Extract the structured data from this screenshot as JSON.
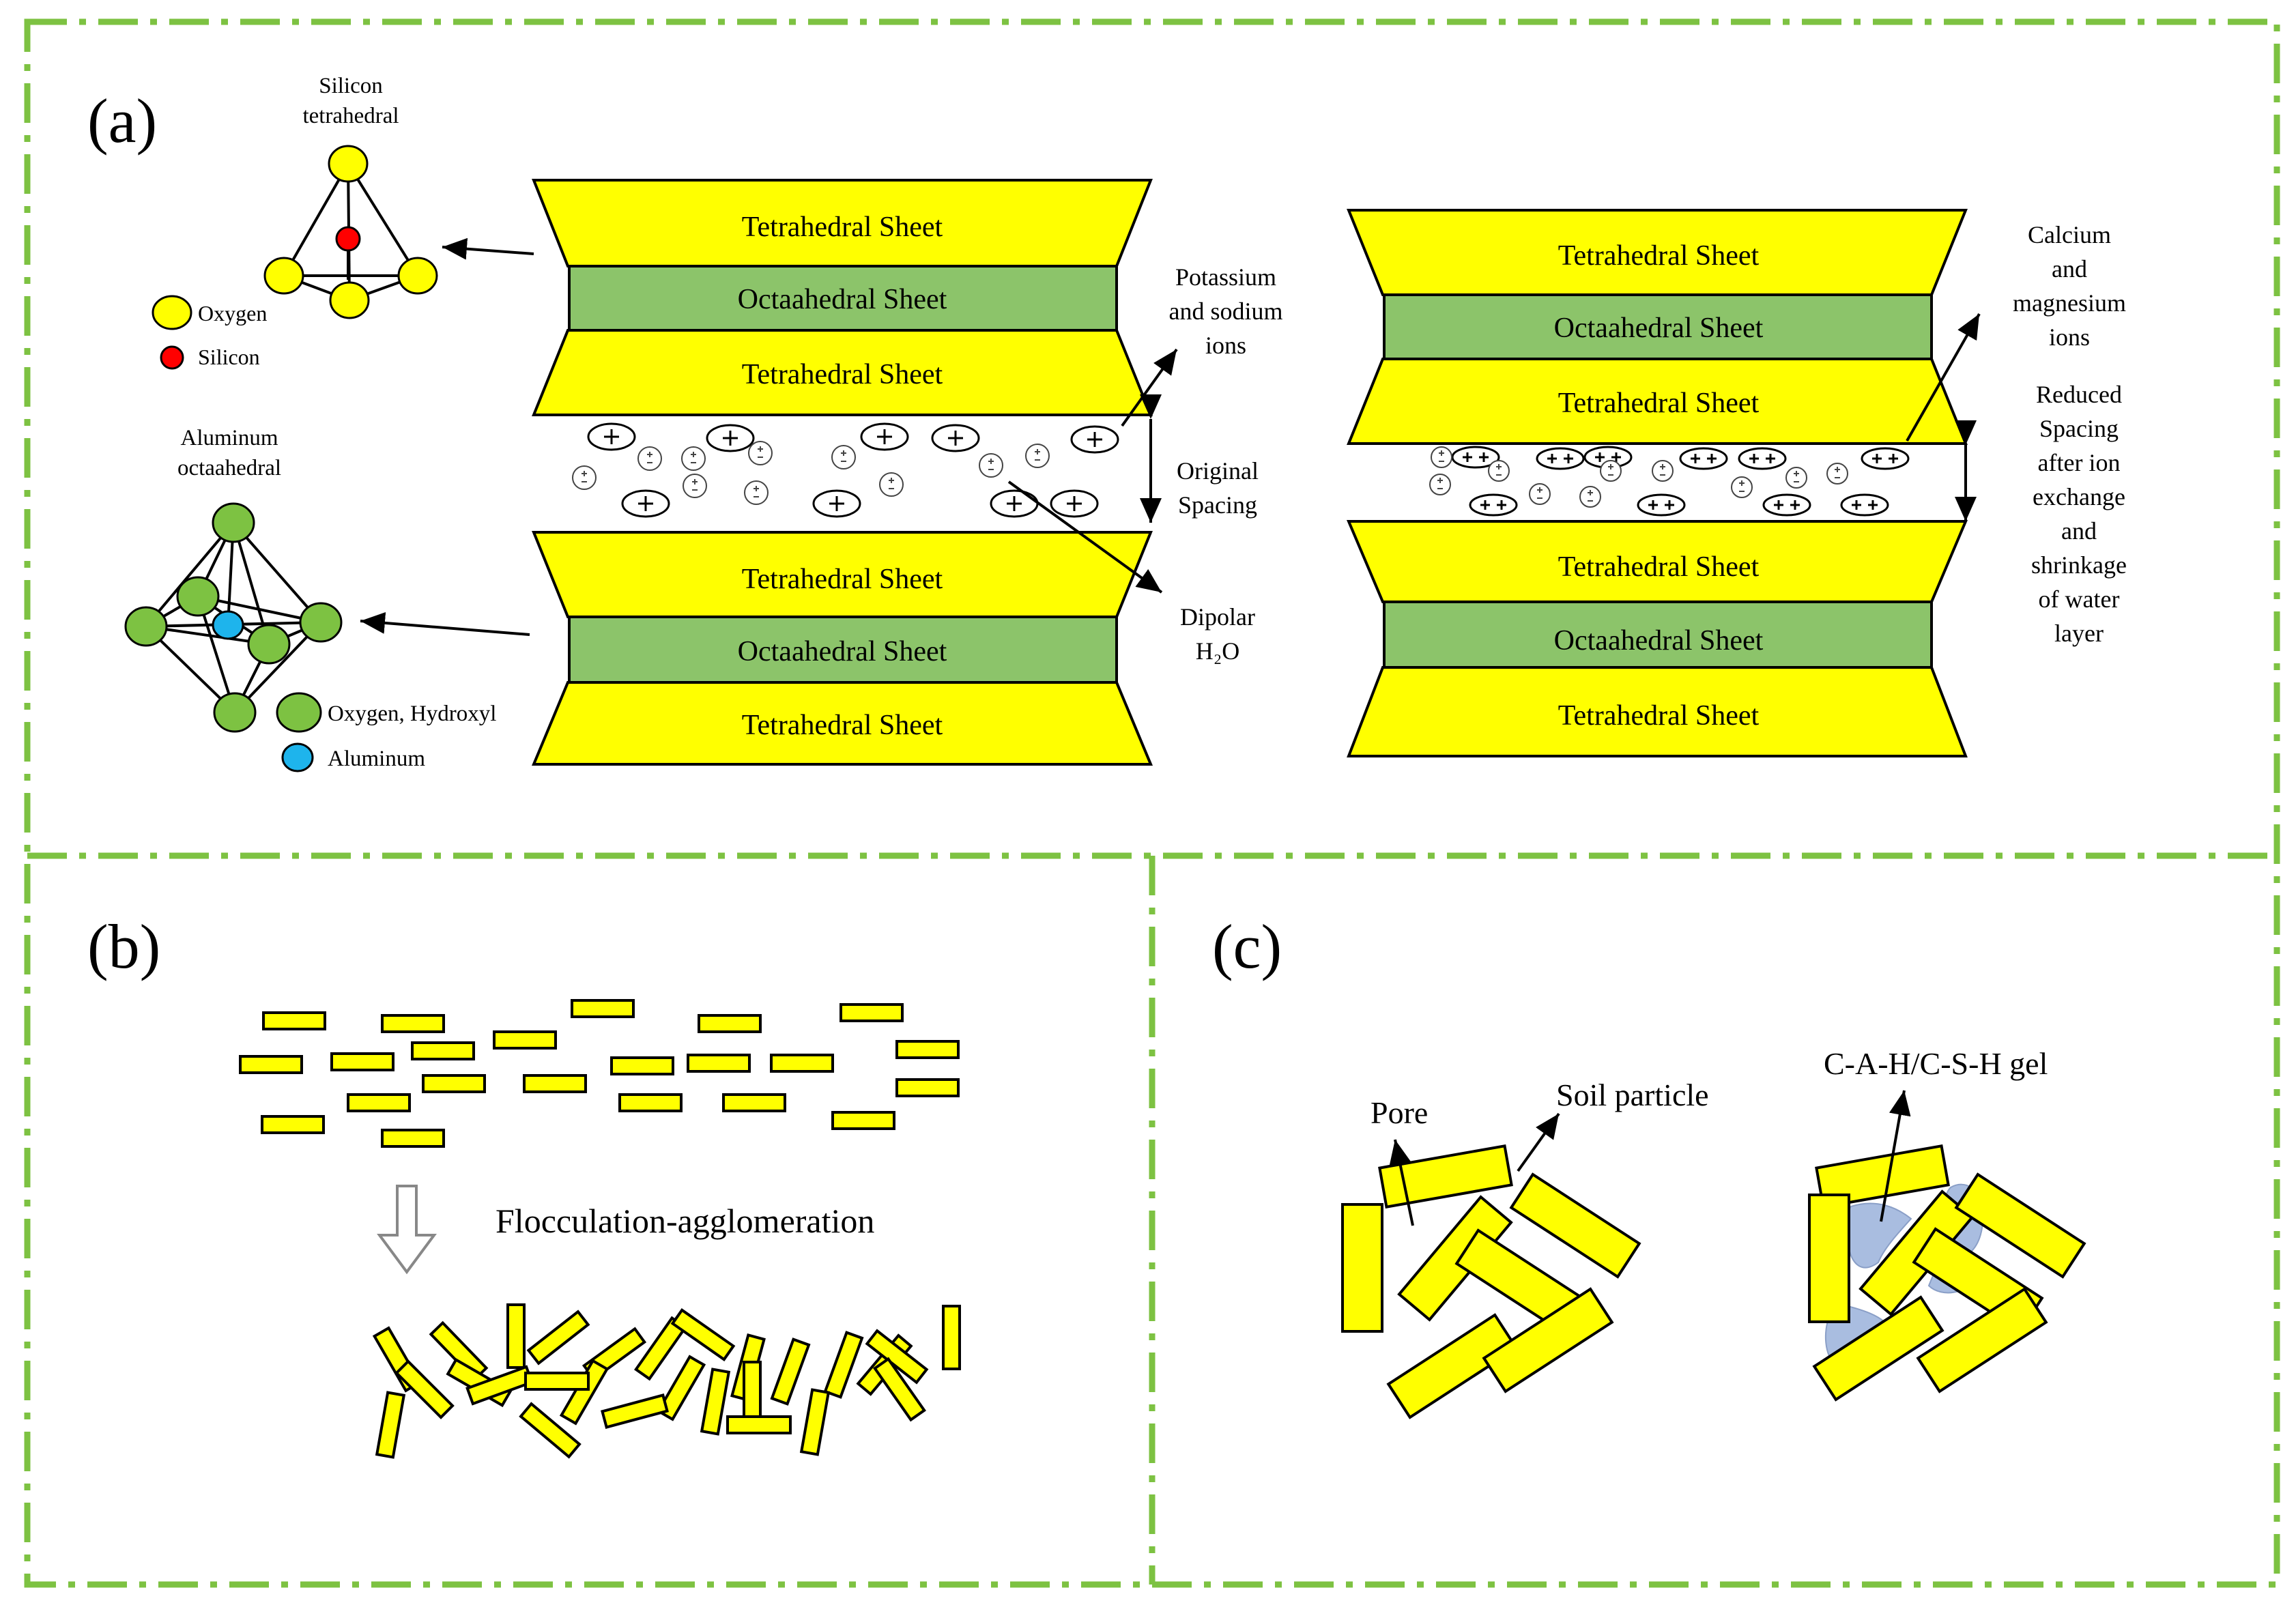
{
  "colors": {
    "frame": "#7dc242",
    "sheet_yellow": "#ffff00",
    "octa_green": "#8cc46a",
    "oxygen_yellow": "#ffff00",
    "silicon_red": "#ff0000",
    "oxygen_hydroxyl_green": "#7dc242",
    "aluminum_blue": "#1eb4ec",
    "gel_blue": "#a9bde0"
  },
  "panel_a": {
    "label": "(a)",
    "silicon_tetrahedral": {
      "line1": "Silicon",
      "line2": "tetrahedral"
    },
    "legend_oxygen": "Oxygen",
    "legend_silicon": "Silicon",
    "aluminum_octahedral": {
      "line1": "Aluminum",
      "line2": "octaahedral"
    },
    "legend_oxygen_hydroxyl": "Oxygen, Hydroxyl",
    "legend_aluminum": "Aluminum",
    "tetrahedral_sheet": "Tetrahedral  Sheet",
    "octahedral_sheet": "Octaahedral  Sheet",
    "potassium_sodium": {
      "line1": "Potassium",
      "line2": "and sodium",
      "line3": "ions"
    },
    "original_spacing": {
      "line1": "Original",
      "line2": "Spacing"
    },
    "dipolar": {
      "line1": "Dipolar",
      "line2": "H₂O"
    },
    "calcium_magnesium": {
      "line1": "Calcium",
      "line2": "and",
      "line3": "magnesium",
      "line4": "ions"
    },
    "reduced_spacing": [
      "Reduced",
      "Spacing",
      "after ion",
      "exchange",
      "and",
      "shrinkage",
      "of water",
      "layer"
    ]
  },
  "panel_b": {
    "label": "(b)",
    "process": "Flocculation-agglomeration"
  },
  "panel_c": {
    "label": "(c)",
    "pore": "Pore",
    "soil_particle": "Soil particle",
    "gel": "C-A-H/C-S-H gel"
  }
}
